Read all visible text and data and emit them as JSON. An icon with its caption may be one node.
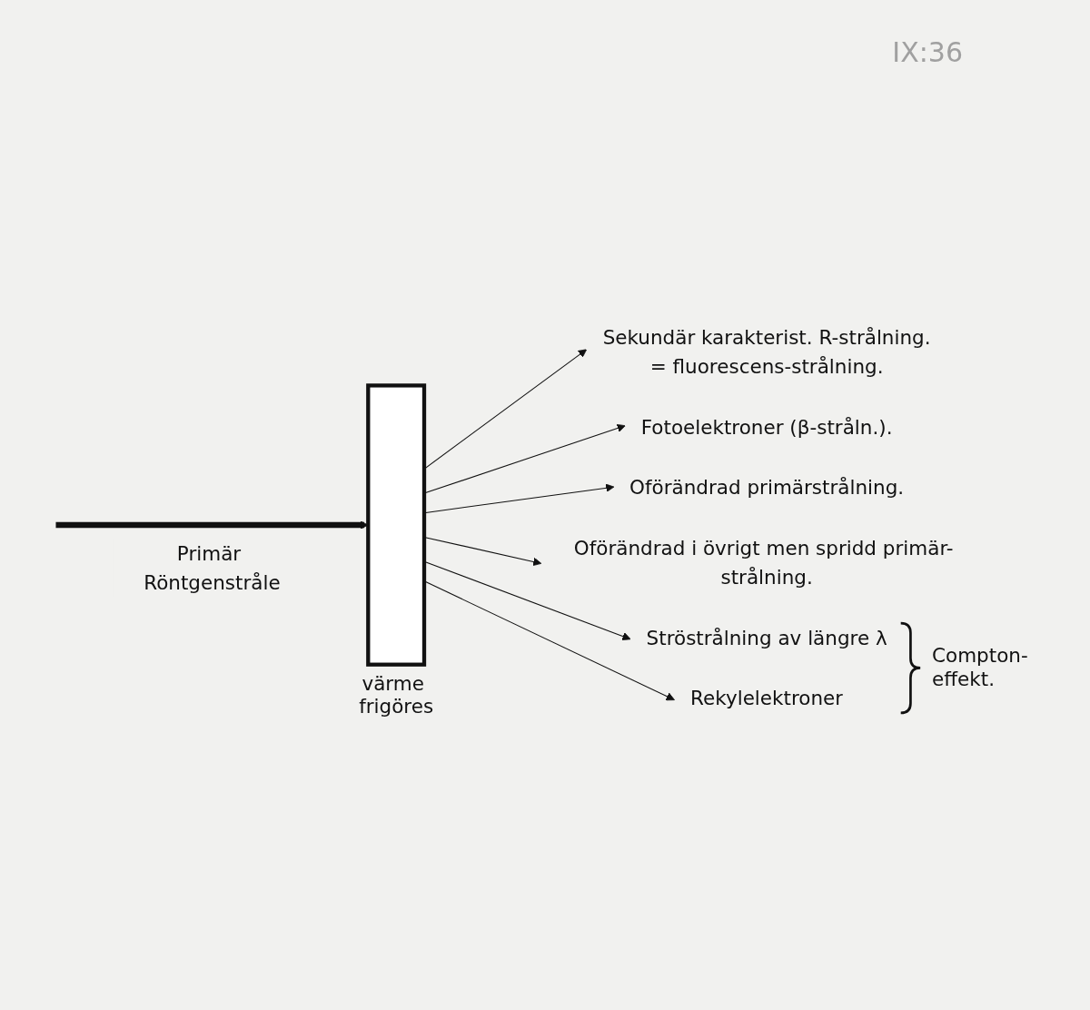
{
  "diagram": {
    "nodes": [
      {
        "text": [],
        "shape": "box",
        "beside": [
          "värme frigöres"
        ]
      },
      {
        "text": [
          "Sekundär karakterist. R-strålning.",
          "= fluorescens-strålning."
        ]
      },
      {
        "text": [
          "Fotoelektroner (β-stråln.)."
        ]
      },
      {
        "text": [
          "Oförändrad primärstrålning."
        ]
      },
      {
        "text": [
          "Oförändrad i övrigt men spridd primär- strålning."
        ]
      },
      {
        "text": [
          "Ströstrålning av längre λ"
        ]
      },
      {
        "text": [
          "Rekylelektroner"
        ]
      }
    ],
    "edges": [
      {
        "from": null,
        "to": 0,
        "arrow": "to",
        "label": "Primär Röntgenstråle",
        "style": "thick"
      },
      {
        "from": 0,
        "to": 1,
        "arrow": "to"
      },
      {
        "from": 0,
        "to": 2,
        "arrow": "to"
      },
      {
        "from": 0,
        "to": 3,
        "arrow": "to"
      },
      {
        "from": 0,
        "to": 4,
        "arrow": "to"
      },
      {
        "from": 0,
        "to": 5,
        "arrow": "to"
      },
      {
        "from": 0,
        "to": 6,
        "arrow": "to"
      }
    ],
    "labels": [
      "IX:36",
      "Compton- effekt."
    ]
  }
}
